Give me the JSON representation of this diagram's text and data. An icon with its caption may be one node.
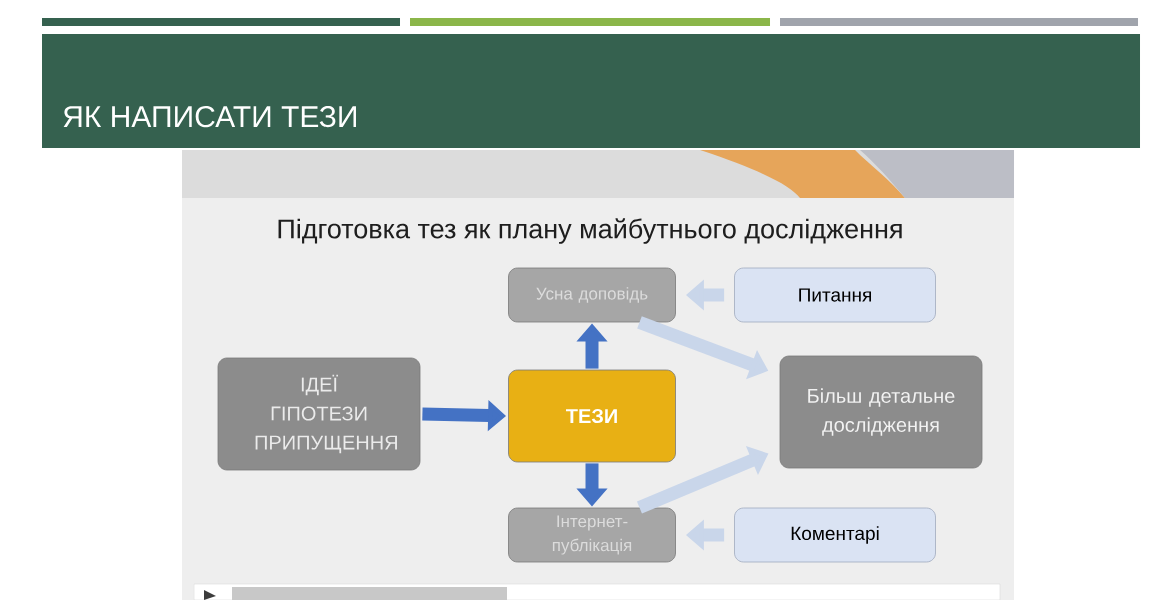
{
  "diagram": {
    "title": "ЯК НАПИСАТИ ТЕЗИ",
    "caption": "Підготовка тез як плану майбутнього дослідження",
    "nodes": [
      {
        "text": [
          "ІДЕЇ ГІПОТЕЗИ ПРИПУЩЕННЯ"
        ]
      },
      {
        "text": [
          "Усна доповідь"
        ]
      },
      {
        "text": [
          "Питання"
        ]
      },
      {
        "text": [
          "ТЕЗИ"
        ]
      },
      {
        "text": [
          "Більш детальне дослідження"
        ]
      },
      {
        "text": [
          "Інтернет-публікація"
        ]
      },
      {
        "text": [
          "Коментарі"
        ]
      }
    ],
    "edges": [
      {
        "from": 0,
        "to": 3,
        "arrow": "to",
        "color": "#4472c4"
      },
      {
        "from": 3,
        "to": 1,
        "arrow": "to",
        "color": "#4472c4"
      },
      {
        "from": 3,
        "to": 5,
        "arrow": "to",
        "color": "#4472c4"
      },
      {
        "from": 2,
        "to": 1,
        "arrow": "to"
      },
      {
        "from": 6,
        "to": 5,
        "arrow": "to"
      },
      {
        "from": 1,
        "to": 4,
        "arrow": "to"
      },
      {
        "from": 5,
        "to": 4,
        "arrow": "to"
      }
    ]
  }
}
